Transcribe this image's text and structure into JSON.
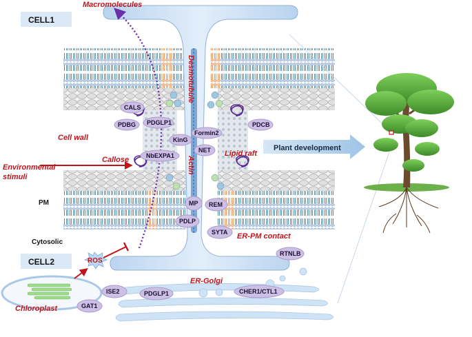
{
  "labels": {
    "cell1": "CELL1",
    "cell2": "CELL2",
    "macromolecules": "Macromolecules",
    "desmotubule": "Desmotubule",
    "actin": "Actin",
    "cell_wall": "Cell wall",
    "callose": "Callose",
    "environmental": "Environmental",
    "stimuli": "stimuli",
    "pm": "PM",
    "cytosolic": "Cytosolic",
    "lipid_raft": "Lipid raft",
    "plant_development": "Plant development",
    "er_pm_contact": "ER-PM contact",
    "er_golgi": "ER-Golgi",
    "chloroplast": "Chloroplast",
    "ros": "ROS"
  },
  "proteins": {
    "cals": "CALS",
    "pdbg": "PDBG",
    "pdglp1_top": "PDGLP1",
    "formin2": "Formin2",
    "pdcb": "PDCB",
    "king": "KinG",
    "net": "NET",
    "nbexpa1": "NbEXPA1",
    "mp": "MP",
    "rem": "REM",
    "pdlp": "PDLP",
    "syta": "SYTA",
    "rtnlb": "RTNLB",
    "ise2": "ISE2",
    "pdglp1_bottom": "PDGLP1",
    "cher1": "CHER1/CTL1",
    "gat1": "GAT1"
  },
  "colors": {
    "label_red": "#c0141c",
    "protein_fill": "#cdbfe6",
    "membrane_light": "#cfe0f3",
    "callose_purple": "#5a2a91",
    "arrow_blue": "#a8cbe8"
  }
}
